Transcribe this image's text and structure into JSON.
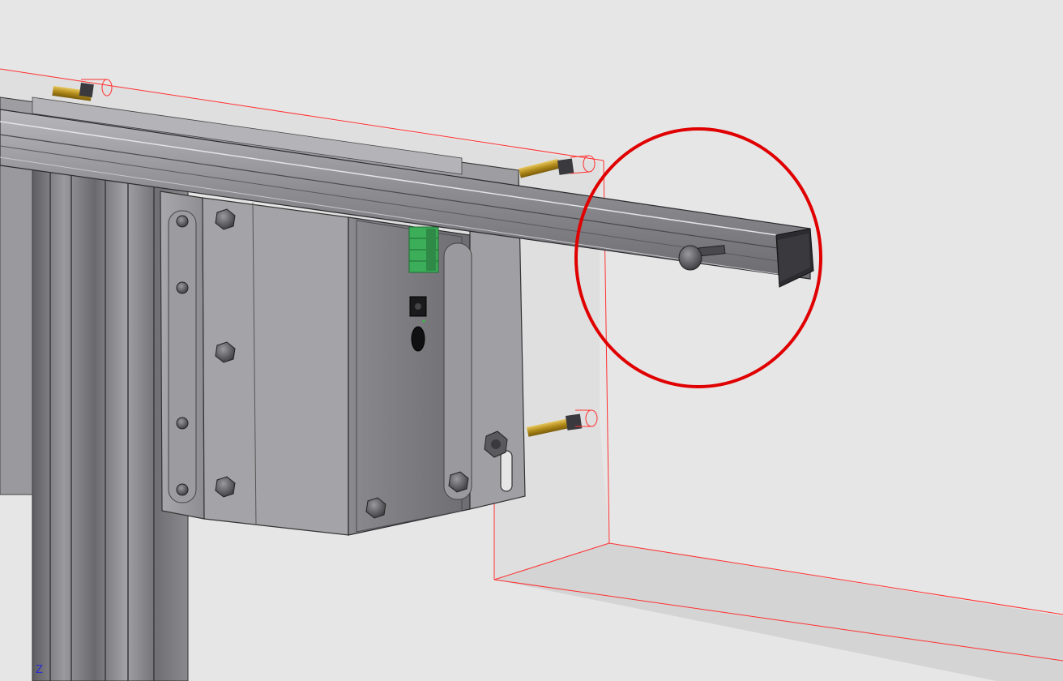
{
  "viewport": {
    "background_color": "#e6e6e6",
    "highlight_color": "#e00000",
    "envelope_edge_color": "#ff3030",
    "metal_color": "#8e8e92",
    "connector_color": "#3cae5a",
    "spring_color": "#c8a02a"
  },
  "triad": {
    "axis_label": "Z",
    "axis_color": "#2b2bd6"
  },
  "annotations": [
    {
      "type": "circle",
      "color": "#e00000",
      "target": "rail-end-stop-pin"
    }
  ]
}
